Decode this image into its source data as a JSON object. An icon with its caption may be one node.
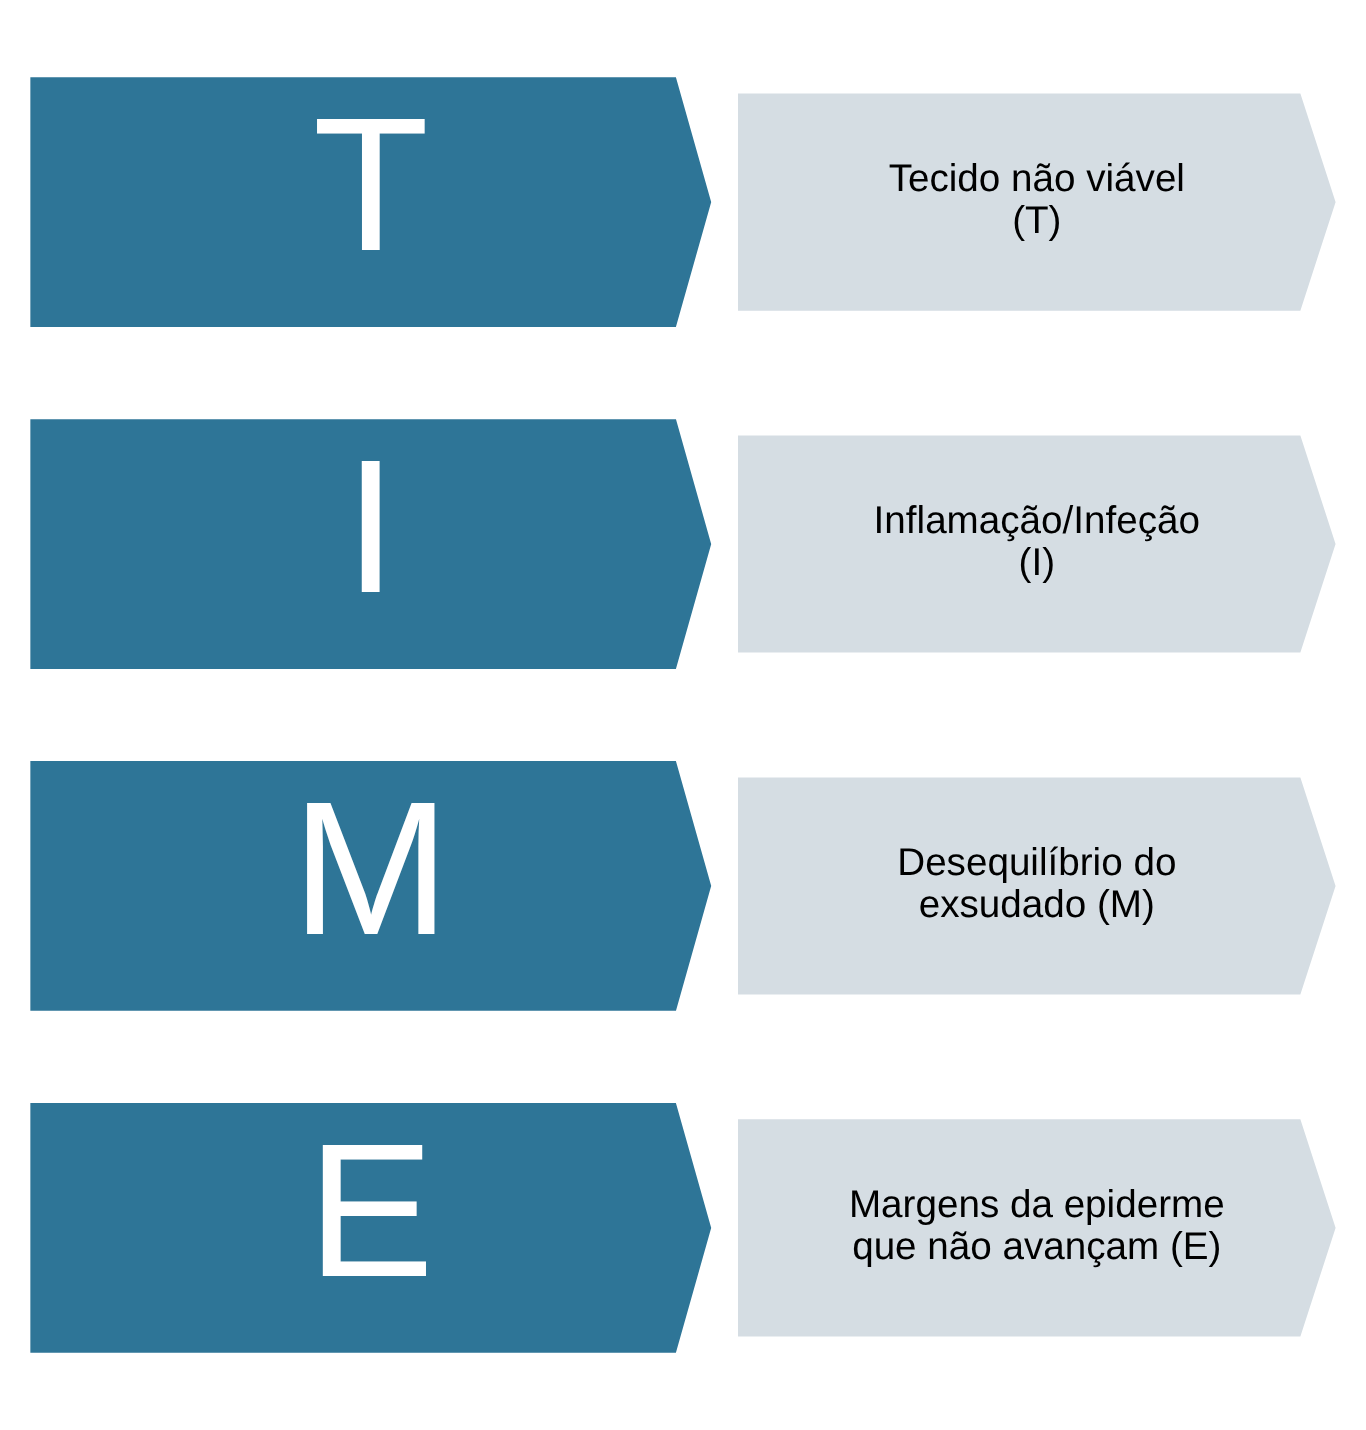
{
  "diagram": {
    "nodes": [
      {
        "text": [
          "T"
        ]
      },
      {
        "text": [
          "Tecido não viável (T)"
        ]
      },
      {
        "text": [
          "I"
        ]
      },
      {
        "text": [
          "Inflamação/Infeção (I)"
        ]
      },
      {
        "text": [
          "M"
        ]
      },
      {
        "text": [
          "Desequilíbrio do exsudado (M)"
        ]
      },
      {
        "text": [
          "E"
        ]
      },
      {
        "text": [
          "Margens da epiderme que não avançam (E)"
        ]
      }
    ]
  }
}
